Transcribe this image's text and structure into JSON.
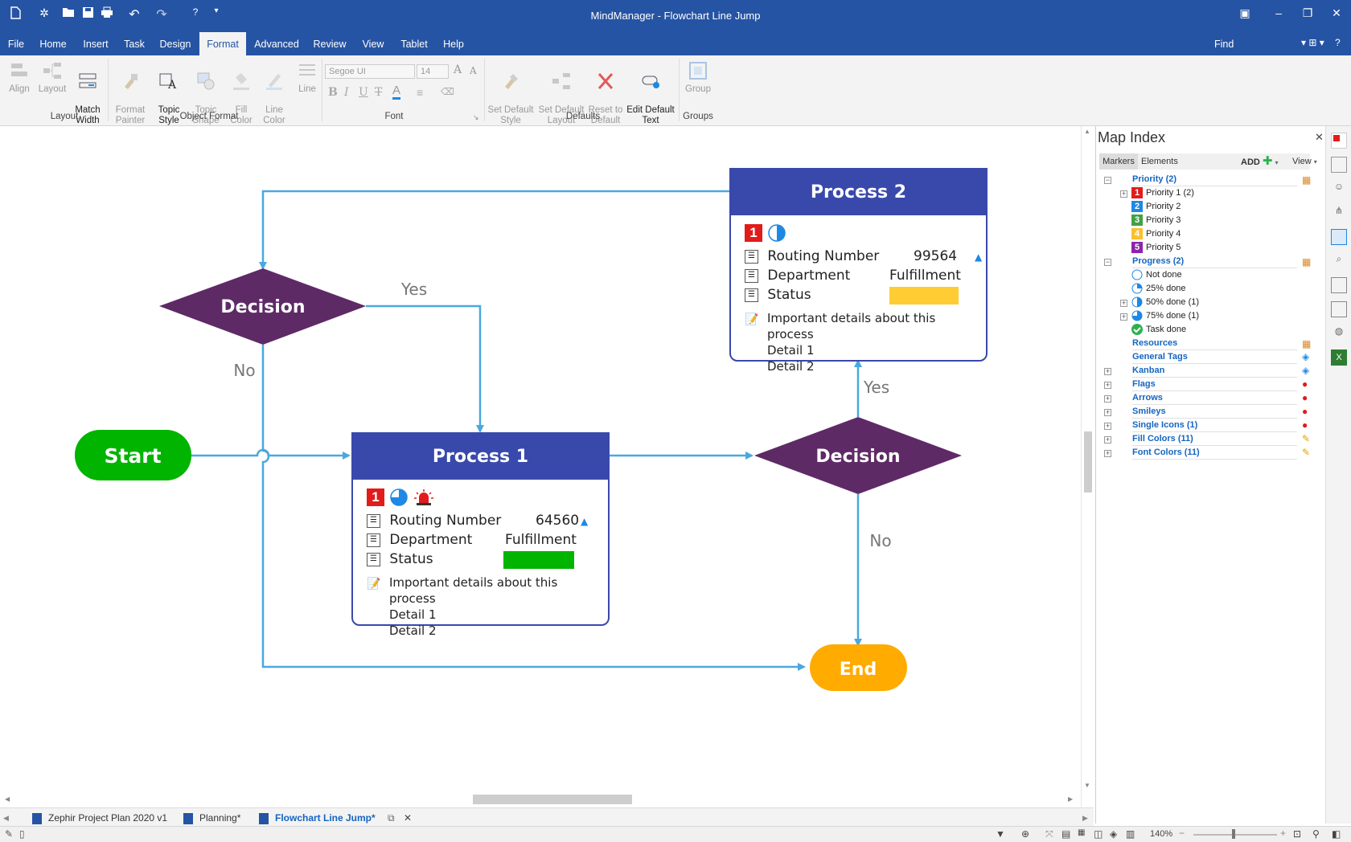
{
  "app": {
    "title": "MindManager - Flowchart Line Jump"
  },
  "quick_access": [
    "new-icon",
    "options-icon",
    "open-icon",
    "save-icon",
    "print-icon",
    "undo-icon",
    "redo-icon",
    "help-icon",
    "customize-icon"
  ],
  "menu": {
    "tabs": [
      "File",
      "Home",
      "Insert",
      "Task",
      "Design",
      "Format",
      "Advanced",
      "Review",
      "View",
      "Tablet",
      "Help"
    ],
    "active": "Format",
    "find_label": "Find"
  },
  "ribbon": {
    "layout": {
      "align": "Align",
      "layout": "Layout",
      "match_width": "Match\nWidth",
      "group_label": "Layout"
    },
    "object_format": {
      "format_painter": "Format\nPainter",
      "topic_style": "Topic\nStyle",
      "topic_shape": "Topic\nShape",
      "fill_color": "Fill\nColor",
      "line_color": "Line\nColor",
      "line": "Line",
      "group_label": "Object Format"
    },
    "font": {
      "family": "Segoe UI",
      "size": "14",
      "group_label": "Font"
    },
    "defaults": {
      "set_default_style": "Set Default\nStyle",
      "set_default_layout": "Set Default\nLayout",
      "reset_to_default": "Reset to\nDefault",
      "edit_default_text": "Edit Default\nText",
      "group_label": "Defaults"
    },
    "groups": {
      "group": "Group",
      "group_label": "Groups"
    }
  },
  "flowchart": {
    "start": "Start",
    "end": "End",
    "decision1": "Decision",
    "decision2": "Decision",
    "yes1": "Yes",
    "no1": "No",
    "yes2": "Yes",
    "no2": "No",
    "process1": {
      "title": "Process 1",
      "priority": "1",
      "routing_label": "Routing Number",
      "routing_value": "64560",
      "dept_label": "Department",
      "dept_value": "Fulfillment",
      "status_label": "Status",
      "status_color": "#00b400",
      "notes": [
        "Important details about this process",
        "Detail 1",
        "Detail 2"
      ]
    },
    "process2": {
      "title": "Process 2",
      "priority": "1",
      "routing_label": "Routing Number",
      "routing_value": "99564",
      "dept_label": "Department",
      "dept_value": "Fulfillment",
      "status_label": "Status",
      "status_color": "#ffcc33",
      "notes": [
        "Important details about this process",
        "Detail 1",
        "Detail 2"
      ]
    },
    "colors": {
      "process_header": "#3949ab",
      "decision": "#5e2a66",
      "start": "#00b400",
      "end": "#ffab00",
      "connector": "#4aa8e0"
    }
  },
  "map_index": {
    "title": "Map Index",
    "tabs": [
      "Markers",
      "Elements"
    ],
    "add_label": "ADD",
    "view_label": "View",
    "priority": {
      "header": "Priority (2)",
      "items": [
        "Priority 1 (2)",
        "Priority 2",
        "Priority 3",
        "Priority 4",
        "Priority 5"
      ],
      "numbers": [
        "1",
        "2",
        "3",
        "4",
        "5"
      ],
      "colors": [
        "#e21b1b",
        "#1e88e5",
        "#43a047",
        "#fbc02d",
        "#8e24aa"
      ]
    },
    "progress": {
      "header": "Progress (2)",
      "items": [
        "Not done",
        "25% done",
        "50% done (1)",
        "75% done (1)",
        "Task done"
      ]
    },
    "others": [
      "Resources",
      "General Tags",
      "Kanban",
      "Flags",
      "Arrows",
      "Smileys",
      "Single Icons (1)",
      "Fill Colors (11)",
      "Font Colors (11)"
    ]
  },
  "doc_tabs": [
    "Zephir Project Plan 2020 v1",
    "Planning*",
    "Flowchart Line Jump*"
  ],
  "status": {
    "zoom": "140%"
  }
}
